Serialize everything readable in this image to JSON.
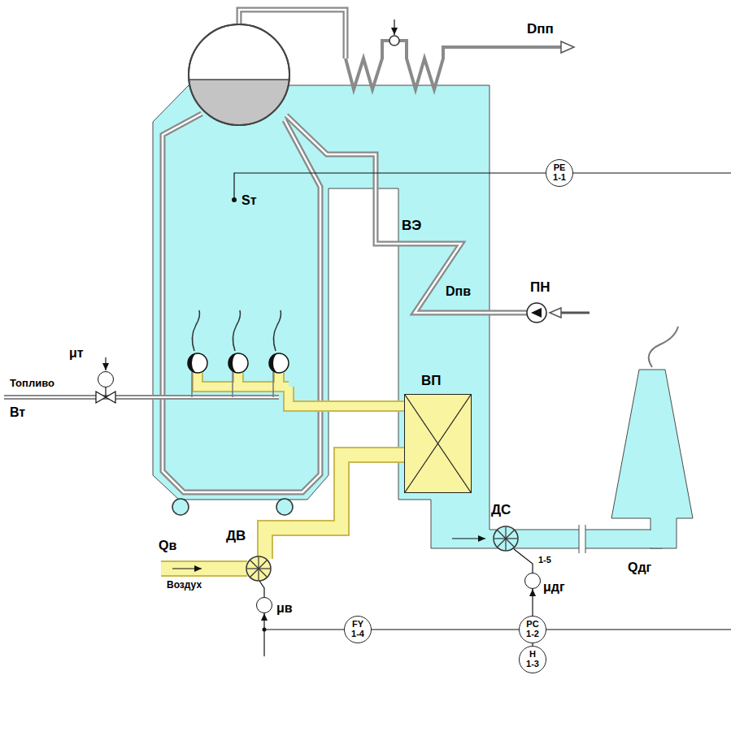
{
  "diagram": {
    "nodes": [
      {
        "text": [
          "PE",
          "1-1"
        ]
      },
      {
        "text": [
          "μт"
        ]
      },
      {
        "text": [
          "ВП"
        ]
      },
      {
        "text": [
          "μдг"
        ]
      },
      {
        "text": [
          "μв"
        ]
      },
      {
        "text": [
          "FY",
          "1-4"
        ]
      },
      {
        "text": [
          "PC",
          "1-2"
        ]
      },
      {
        "text": [
          "H",
          "1-3"
        ]
      }
    ],
    "edges": [
      {
        "from": 5,
        "to": 6,
        "arrow": "none"
      },
      {
        "from": 7,
        "to": 6,
        "arrow": "none"
      },
      {
        "from": 5,
        "to": 4,
        "arrow": "to"
      },
      {
        "from": 6,
        "to": 3,
        "arrow": "to"
      }
    ],
    "labels": [
      "Dпп",
      "Sт",
      "ВЭ",
      "Dпв",
      "ПН",
      "Топливо",
      "Вт",
      "ДС",
      "1-5",
      "Qдг",
      "ДВ",
      "Qв",
      "Воздух"
    ]
  }
}
